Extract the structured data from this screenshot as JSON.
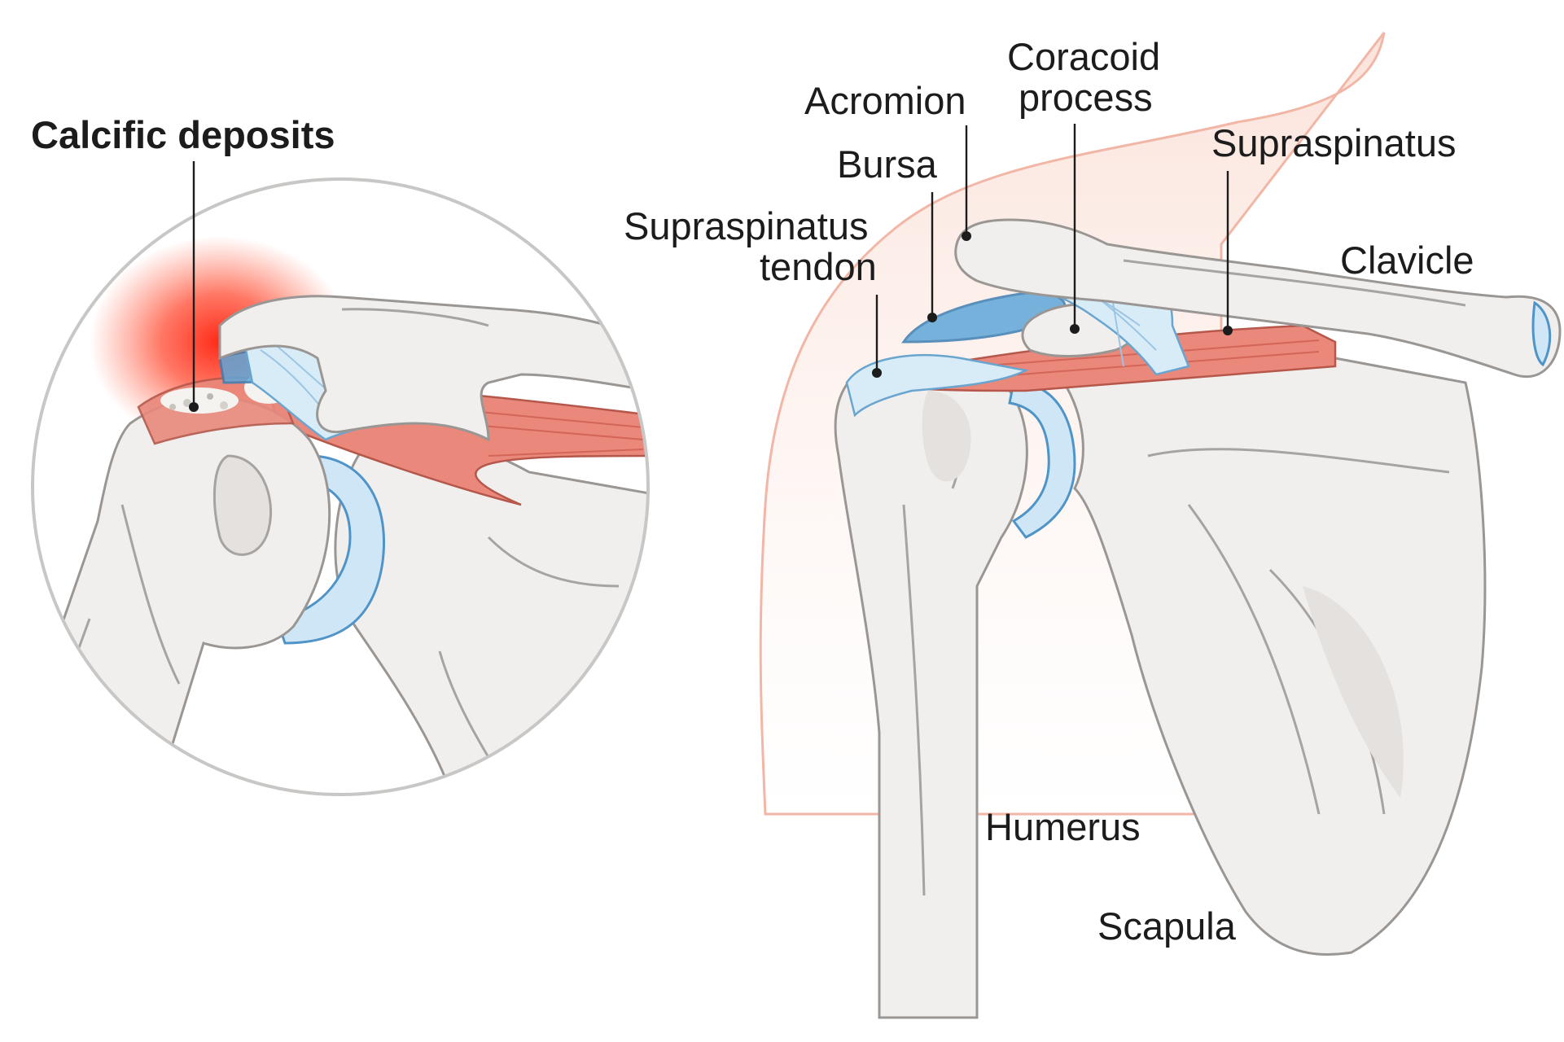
{
  "inset": {
    "title": "Calcific deposits"
  },
  "labels": {
    "acromion": "Acromion",
    "coracoid_line1": "Coracoid",
    "coracoid_line2": "process",
    "bursa": "Bursa",
    "supraspinatus_tendon_line1": "Supraspinatus",
    "supraspinatus_tendon_line2": "tendon",
    "supraspinatus": "Supraspinatus",
    "clavicle": "Clavicle",
    "humerus": "Humerus",
    "scapula": "Scapula"
  },
  "colors": {
    "bone": "#f1efed",
    "cartilage": "#cfe6f6",
    "bursa": "#5fa7d9",
    "muscle": "#e9887b",
    "inflammation": "#ff2a12",
    "skin": "#f6cfc4"
  }
}
